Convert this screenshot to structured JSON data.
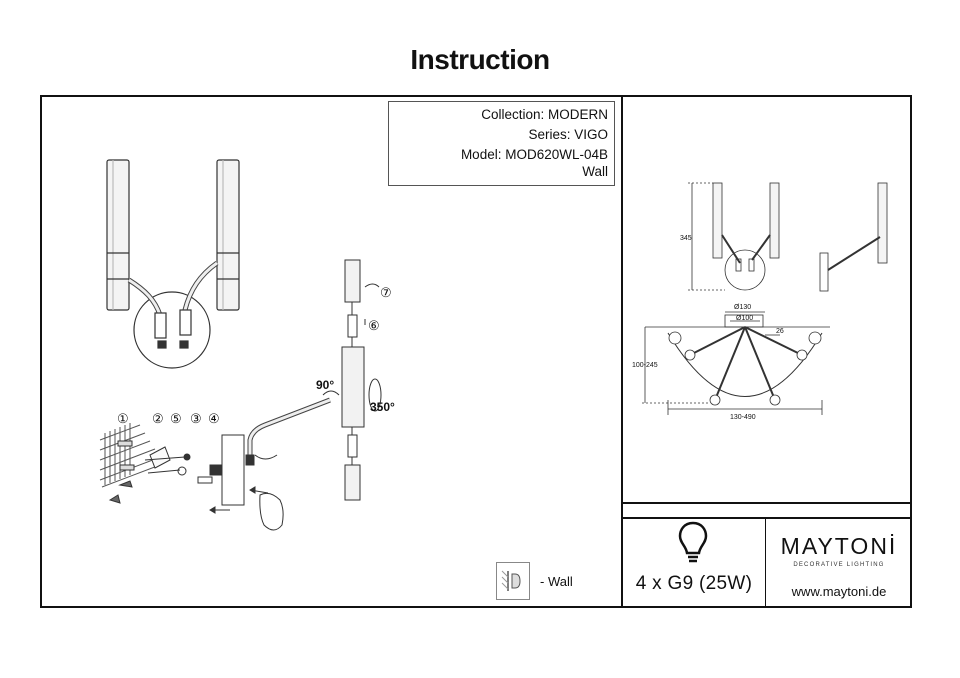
{
  "document": {
    "title": "Instruction"
  },
  "info": {
    "collection": "Collection: MODERN",
    "series": "Series: VIGO",
    "model": "Model: MOD620WL-04B",
    "mount": "Wall"
  },
  "assembly": {
    "step_labels": [
      "①",
      "②",
      "⑤",
      "③",
      "④",
      "⑥",
      "⑦"
    ],
    "angle_tilt": "90°",
    "angle_rotate": "350°"
  },
  "dimensions": {
    "height": "345",
    "d130": "Ø130",
    "d100": "Ø100",
    "w26": "26",
    "depth": "100-245",
    "width": "130-490"
  },
  "legend": {
    "wall_label": "- Wall"
  },
  "bulb": {
    "spec": "4 x G9  (25W)"
  },
  "brand": {
    "logo": "MAYTONİ",
    "tagline": "DECORATIVE LIGHTING",
    "website": "www.maytoni.de"
  }
}
